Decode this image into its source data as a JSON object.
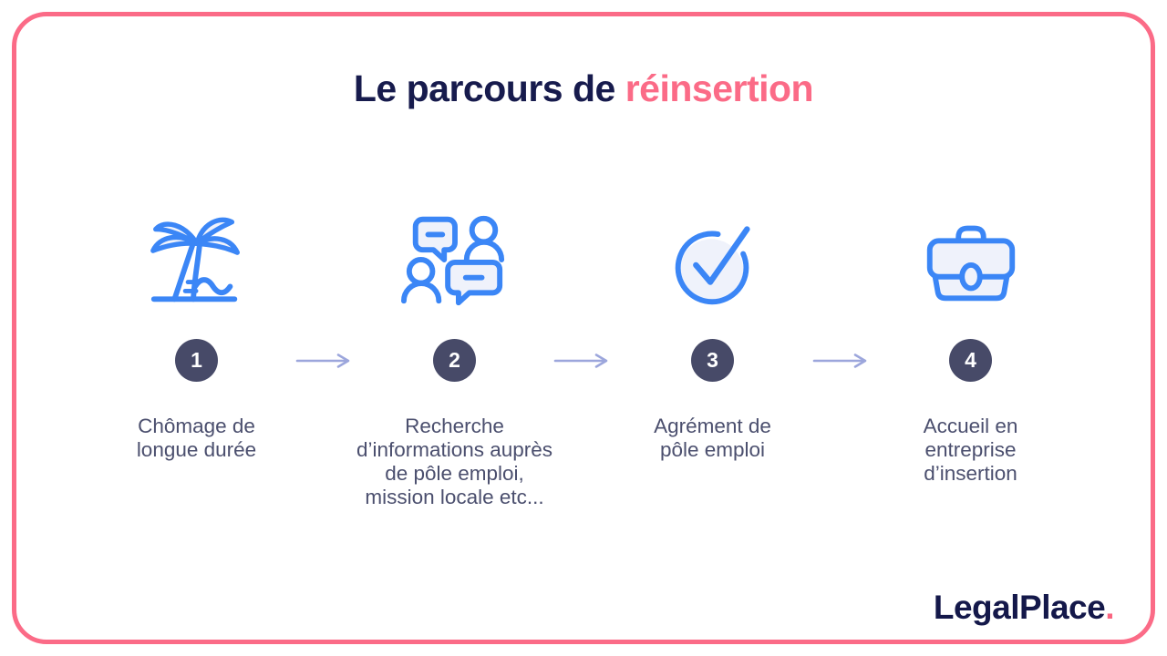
{
  "title": {
    "prefix": "Le parcours de ",
    "highlight": "réinsertion"
  },
  "steps": [
    {
      "number": "1",
      "icon": "palm-tree-icon",
      "label": "Chômage de\nlongue durée"
    },
    {
      "number": "2",
      "icon": "conversation-icon",
      "label": "Recherche\nd’informations auprès\nde pôle emploi,\nmission locale etc..."
    },
    {
      "number": "3",
      "icon": "check-circle-icon",
      "label": "Agrément de\npôle emploi"
    },
    {
      "number": "4",
      "icon": "briefcase-icon",
      "label": "Accueil en\nentreprise\nd’insertion"
    }
  ],
  "logo": {
    "text": "LegalPlace",
    "dot": "."
  },
  "colors": {
    "accent_pink": "#FB6B87",
    "icon_blue": "#3B86F6",
    "icon_fill": "#EFF2FB",
    "badge_slate": "#474A68",
    "arrow_periwinkle": "#9CA6DC",
    "navy": "#171B4D",
    "body_text": "#4B4F6E"
  }
}
